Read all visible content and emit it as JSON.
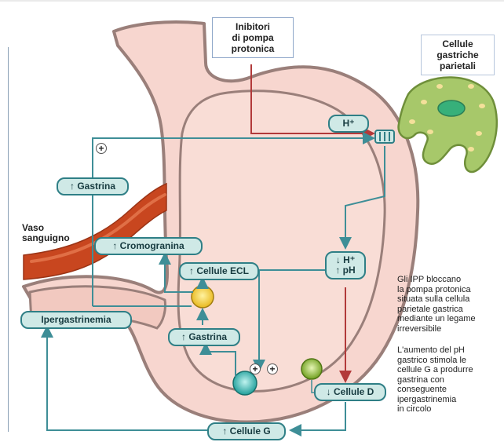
{
  "diagram": {
    "inibitori_box": "Inibitori\ndi pompa\nprotonica",
    "cellule_parietali_box": "Cellule\ngastriche\nparietali",
    "vaso_label": "Vaso\nsanguigno",
    "pills": {
      "h_plus": "H⁺",
      "gastrina_top": "↑ Gastrina",
      "cromogranina": "↑ Cromogranina",
      "cellule_ecl": "↑ Cellule ECL",
      "h_down_ph_up": "↓ H⁺\n↑ pH",
      "ipergastrinemia": "Ipergastrinemia",
      "gastrina_mid": "↑ Gastrina",
      "cellule_d": "↓ Cellule D",
      "cellule_g": "↑ Cellule G"
    },
    "plus_sign": "+",
    "caption_1": "Gli IPP bloccano\nla pompa protonica\nsituata sulla cellula\nparietale gastrica\nmediante un legame\nirreversibile",
    "caption_2": "L'aumento del pH\ngastrico stimola le\ncellule G a produrre\ngastrina con\nconseguente\nipergastrinemia\nin circolo"
  },
  "colors": {
    "stomach_fill": "#f7d6cf",
    "stomach_outline": "#9a7f7a",
    "vessel": "#c8461f",
    "pill_fill": "#cfe9e6",
    "pill_border": "#2f7f86",
    "arrow_teal": "#3e8e97",
    "arrow_red": "#b23a3a",
    "parietal_cell": "#a7c86a",
    "parietal_core": "#37b07a",
    "ecl_cell": "#f2c832",
    "g_cell": "#39b7b1",
    "d_cell": "#7fae2a"
  }
}
